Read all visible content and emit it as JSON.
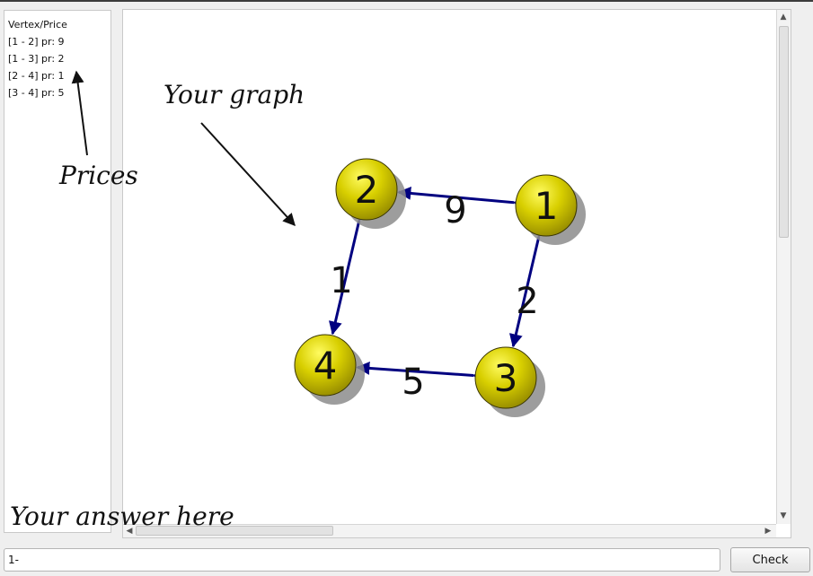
{
  "price_panel": {
    "title": "Vertex/Price",
    "rows": [
      "[1 - 2] pr: 9",
      "[1 - 3] pr: 2",
      "[2 - 4] pr: 1",
      "[3 - 4] pr: 5"
    ]
  },
  "graph": {
    "vertices": [
      "1",
      "2",
      "3",
      "4"
    ],
    "edges": [
      {
        "from": "1",
        "to": "2",
        "price": "9"
      },
      {
        "from": "1",
        "to": "3",
        "price": "2"
      },
      {
        "from": "2",
        "to": "4",
        "price": "1"
      },
      {
        "from": "3",
        "to": "4",
        "price": "5"
      }
    ],
    "vertex_color": "#c9c000",
    "edge_color": "#000080"
  },
  "annotations": {
    "prices": "Prices",
    "your_graph": "Your graph",
    "your_answer": "Your answer here"
  },
  "answer": {
    "value": "1-"
  },
  "check_button": {
    "label": "Check"
  }
}
